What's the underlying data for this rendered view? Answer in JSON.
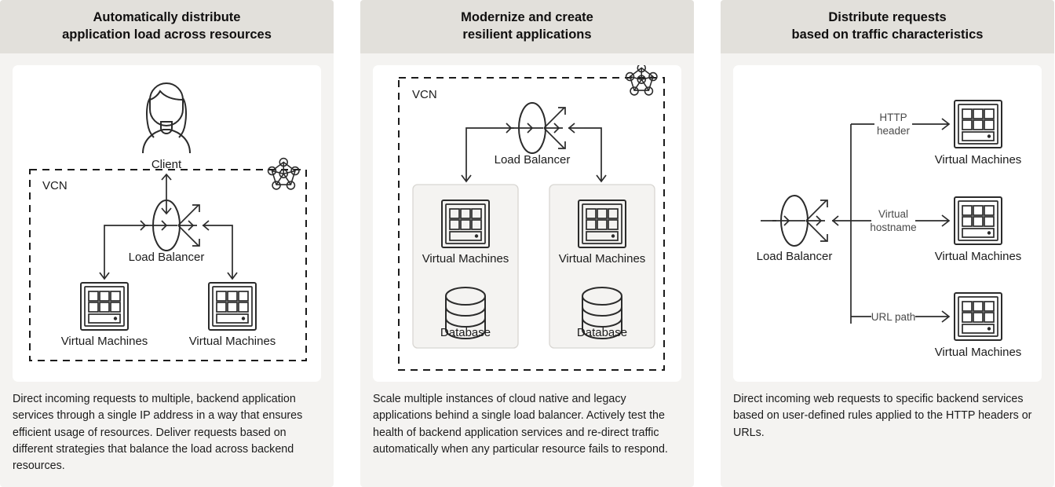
{
  "panels": [
    {
      "title": "Automatically distribute\napplication load across resources",
      "caption": "Direct incoming requests to multiple, backend application services  through a single IP address in a way that ensures efficient usage of  resources. Deliver requests based on different strategies that balance the load across backend resources.",
      "diagram": {
        "vcn_label": "VCN",
        "client_label": "Client",
        "load_balancer_label": "Load Balancer",
        "vm_left_label": "Virtual Machines",
        "vm_right_label": "Virtual Machines",
        "icons": [
          "client-icon",
          "network-nodes-icon",
          "load-balancer-icon",
          "virtual-machine-icon",
          "virtual-machine-icon"
        ]
      }
    },
    {
      "title": "Modernize and create\nresilient applications",
      "caption": "Scale multiple instances of cloud native and legacy applications  behind a single load balancer. Actively test the health of backend  application services and re-direct traffic automatically when any  particular resource fails to respond.",
      "diagram": {
        "vcn_label": "VCN",
        "load_balancer_label": "Load Balancer",
        "group_left": {
          "vm_label": "Virtual Machines",
          "db_label": "Database"
        },
        "group_right": {
          "vm_label": "Virtual Machines",
          "db_label": "Database"
        },
        "icons": [
          "network-nodes-icon",
          "load-balancer-icon",
          "virtual-machine-icon",
          "database-icon",
          "virtual-machine-icon",
          "database-icon"
        ]
      }
    },
    {
      "title": "Distribute requests\nbased on traffic characteristics",
      "caption": "Direct incoming web requests to specific backend services based on user-defined rules applied to the HTTP headers or URLs.",
      "diagram": {
        "load_balancer_label": "Load Balancer",
        "routes": [
          {
            "rule": "HTTP\nheader",
            "target_label": "Virtual Machines"
          },
          {
            "rule": "Virtual\nhostname",
            "target_label": "Virtual Machines"
          },
          {
            "rule": "URL path",
            "target_label": "Virtual Machines"
          }
        ],
        "icons": [
          "load-balancer-icon",
          "virtual-machine-icon",
          "virtual-machine-icon",
          "virtual-machine-icon"
        ]
      }
    }
  ],
  "colors": {
    "header_bg": "#e2e0db",
    "panel_bg": "#f4f3f1",
    "card_bg": "#ffffff",
    "ink": "#1b1b1b",
    "group_box_bg": "#f4f3f1"
  }
}
